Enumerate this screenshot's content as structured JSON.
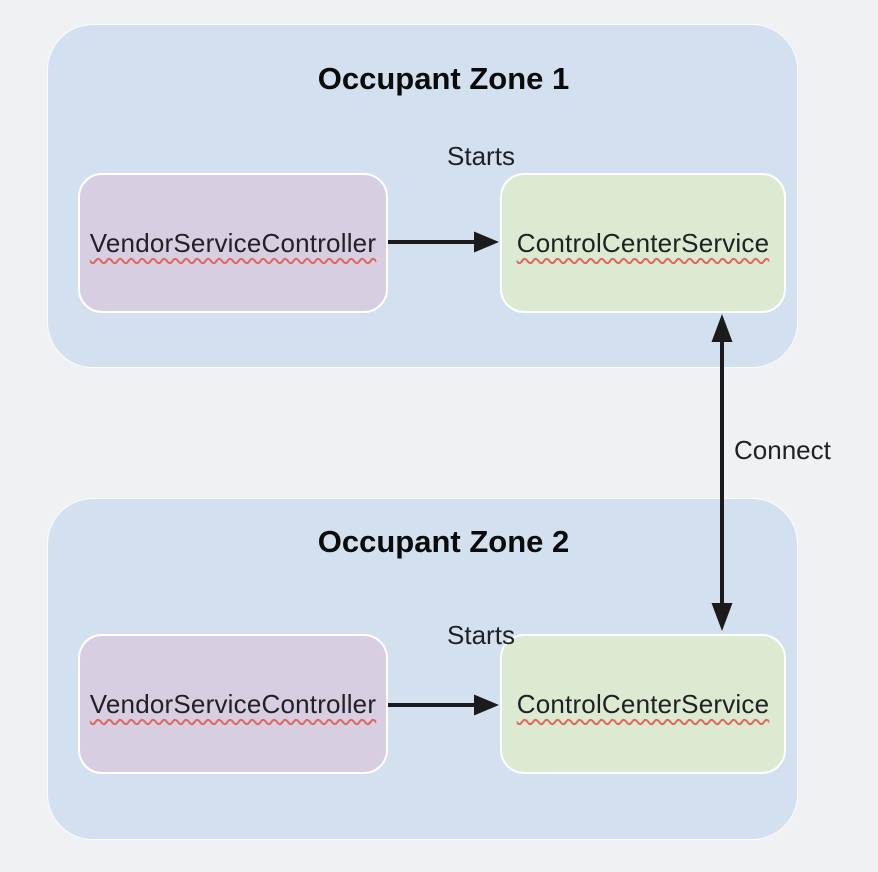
{
  "diagram": {
    "zones": [
      {
        "title": "Occupant Zone 1",
        "controller_label": "VendorServiceController",
        "service_label": "ControlCenterService",
        "edge_label": "Starts"
      },
      {
        "title": "Occupant Zone 2",
        "controller_label": "VendorServiceController",
        "service_label": "ControlCenterService",
        "edge_label": "Starts"
      }
    ],
    "connector": {
      "label": "Connect"
    },
    "colors": {
      "canvas_background": "#eff1f3",
      "zone_fill": "#d3e0f0",
      "controller_fill": "#d7cee1",
      "service_fill": "#dcead2",
      "node_border": "#ffffff",
      "arrow": "#1b1b1b",
      "spellcheck_underline": "#e0675f",
      "text": "#202124"
    }
  }
}
